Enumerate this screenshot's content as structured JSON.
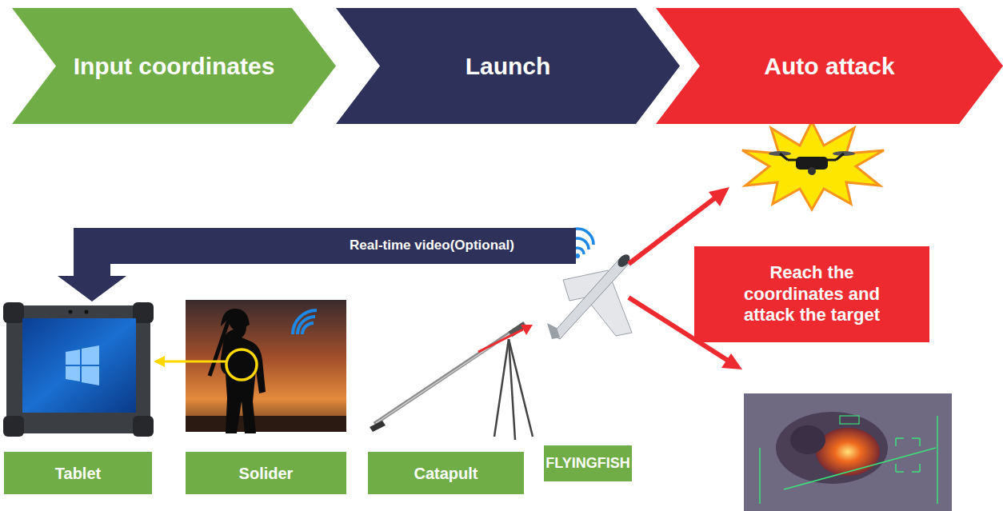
{
  "diagram": {
    "nodes": [
      {
        "text": [
          "Input coordinates"
        ]
      },
      {
        "text": [
          "Launch"
        ]
      },
      {
        "text": [
          "Auto attack"
        ]
      },
      {
        "text": [
          "Real-time video(Optional)"
        ]
      },
      {
        "text": [
          "Reach the coordinates and attack the target"
        ]
      },
      {
        "text": [
          "FLYINGFISH"
        ]
      },
      {
        "text": [
          "Tablet"
        ]
      },
      {
        "text": [
          "Solider"
        ]
      },
      {
        "text": [
          "Catapult"
        ]
      }
    ]
  }
}
